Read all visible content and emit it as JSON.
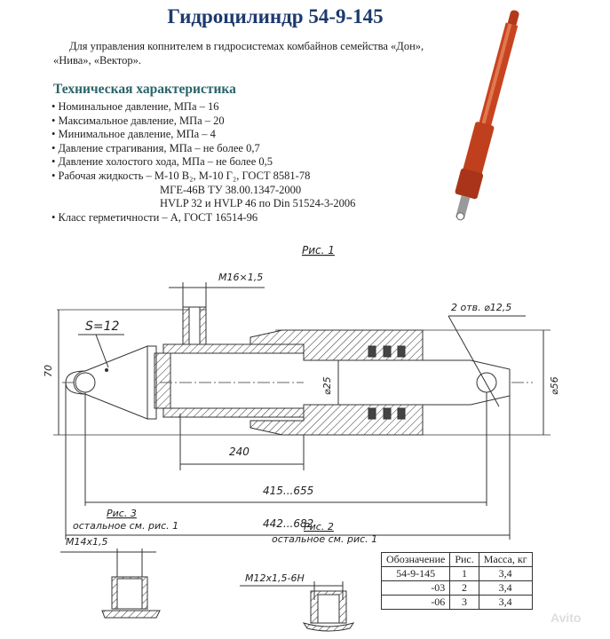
{
  "header": {
    "title": "Гидроцилиндр 54-9-145"
  },
  "intro": {
    "line1": "Для управления копнителем в гидросистемах комбайнов семейства «Дон»,",
    "line2": "«Нива», «Вектор»."
  },
  "specs": {
    "heading": "Техническая характеристика",
    "items": [
      "Номинальное давление, МПа – 16",
      "Максимальное давление, МПа – 20",
      "Минимальное давление, МПа – 4",
      "Давление страгивания, МПа – не более 0,7",
      "Давление холостого хода, МПа – не более 0,5",
      "Рабочая жидкость – М-10 В₂, М-10 Г₂, ГОСТ 8581-78",
      "МГЕ-46В ТУ 38.00.1347-2000",
      "HVLP 32 и HVLP 46 по Din 51524-3-2006",
      "Класс герметичности – А, ГОСТ 16514-96"
    ]
  },
  "drawing": {
    "fig1": "Рис. 1",
    "port_thread": "M16×1,5",
    "holes": "2 отв. ⌀12,5",
    "s_label": "S=12",
    "height": "70",
    "rod_dia": "⌀25",
    "body_dia": "⌀56",
    "dim_240": "240",
    "dim_stroke": "415...655",
    "dim_total": "442...682",
    "fig3": "Рис. 3",
    "fig3_note": "остальное см. рис. 1",
    "fig3_thread": "M14x1,5",
    "fig2": "Рис. 2",
    "fig2_note": "остальное см. рис. 1",
    "fig2_thread": "M12x1,5-6H"
  },
  "table": {
    "headers": [
      "Обозначение",
      "Рис.",
      "Масса, кг"
    ],
    "rows": [
      [
        "54-9-145",
        "1",
        "3,4"
      ],
      [
        "-03",
        "2",
        "3,4"
      ],
      [
        "-06",
        "3",
        "3,4"
      ]
    ]
  },
  "watermark": "Avito",
  "colors": {
    "title": "#1d3a6e",
    "heading": "#2a6468",
    "cylinder": "#c8431f"
  }
}
